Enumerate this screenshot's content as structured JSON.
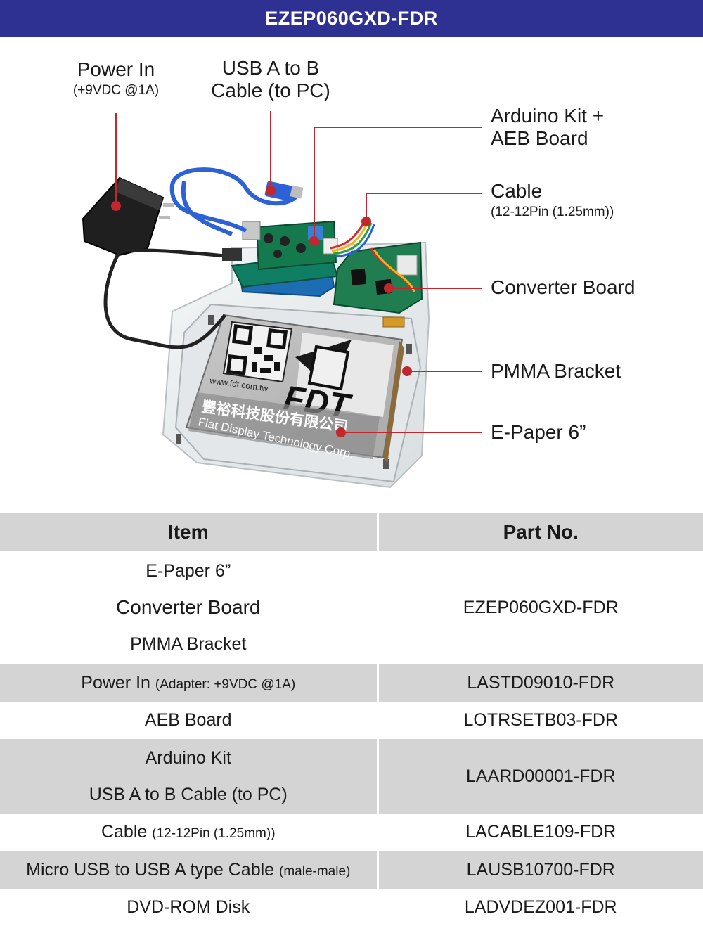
{
  "header": {
    "title": "EZEP060GXD-FDR"
  },
  "callouts": {
    "power_in": {
      "title": "Power In",
      "sub": "(+9VDC @1A)"
    },
    "usb": {
      "line1": "USB A to B",
      "line2": "Cable (to PC)"
    },
    "arduino": {
      "line1": "Arduino Kit +",
      "line2": "AEB Board"
    },
    "cable": {
      "title": "Cable",
      "sub": "(12-12Pin (1.25mm))"
    },
    "converter": {
      "title": "Converter Board"
    },
    "pmma": {
      "title": "PMMA Bracket"
    },
    "epaper": {
      "title": "E-Paper 6”"
    }
  },
  "epaper_screen": {
    "url": "www.fdt.com.tw",
    "brand": "FDT",
    "chinese": "豐裕科技股份有限公司",
    "english": "Flat Display Technology Corp."
  },
  "colors": {
    "header_bg": "#2e3192",
    "callout_line": "#c1272d",
    "table_grey": "#d4d4d4"
  },
  "table": {
    "headers": [
      "Item",
      "Part No."
    ],
    "rows": [
      {
        "items": [
          "E-Paper 6”",
          "Converter Board",
          "PMMA Bracket"
        ],
        "part": "EZEP060GXD-FDR"
      },
      {
        "item": "Power In",
        "item_small": "(Adapter: +9VDC @1A)",
        "part": "LASTD09010-FDR"
      },
      {
        "item": "AEB Board",
        "part": "LOTRSETB03-FDR"
      },
      {
        "items": [
          "Arduino Kit",
          "USB A to B Cable (to PC)"
        ],
        "part": "LAARD00001-FDR"
      },
      {
        "item": "Cable",
        "item_small": "(12-12Pin (1.25mm))",
        "part": "LACABLE109-FDR"
      },
      {
        "item": "Micro USB to USB A type Cable",
        "item_small": "(male-male)",
        "part": "LAUSB10700-FDR"
      },
      {
        "item": "DVD-ROM Disk",
        "part": "LADVDEZ001-FDR"
      }
    ]
  }
}
